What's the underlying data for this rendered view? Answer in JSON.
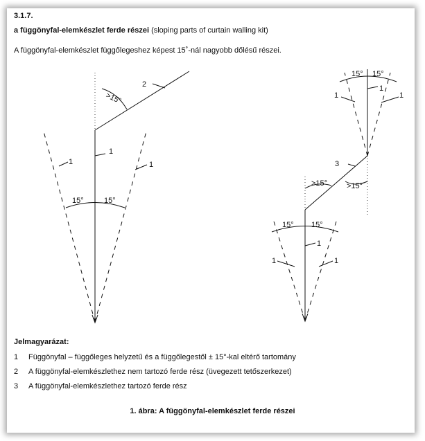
{
  "section_number": "3.1.7.",
  "heading_bold": "a függönyfal-elemkészlet ferde részei",
  "heading_en": "(sloping parts of curtain walling kit)",
  "intro": "A függönyfal-elemkészlet függőlegeshez képest 15˚-nál nagyobb dőlésű részei.",
  "figure": {
    "label_1": "1",
    "label_2": "2",
    "label_3": "3",
    "angle_15": "15°",
    "angle_gt15": ">15°"
  },
  "legend": {
    "title": "Jelmagyarázat:",
    "items": [
      {
        "num": "1",
        "text": "Függönyfal – függőleges helyzetű és a függőlegestől ± 15°-kal eltérő tartomány"
      },
      {
        "num": "2",
        "text": "A függönyfal-elemkészlethez nem tartozó ferde rész (üvegezett tetőszerkezet)"
      },
      {
        "num": "3",
        "text": "A függönyfal-elemkészlethez tartozó ferde rész"
      }
    ]
  },
  "caption": "1. ábra: A függönyfal-elemkészlet ferde részei"
}
